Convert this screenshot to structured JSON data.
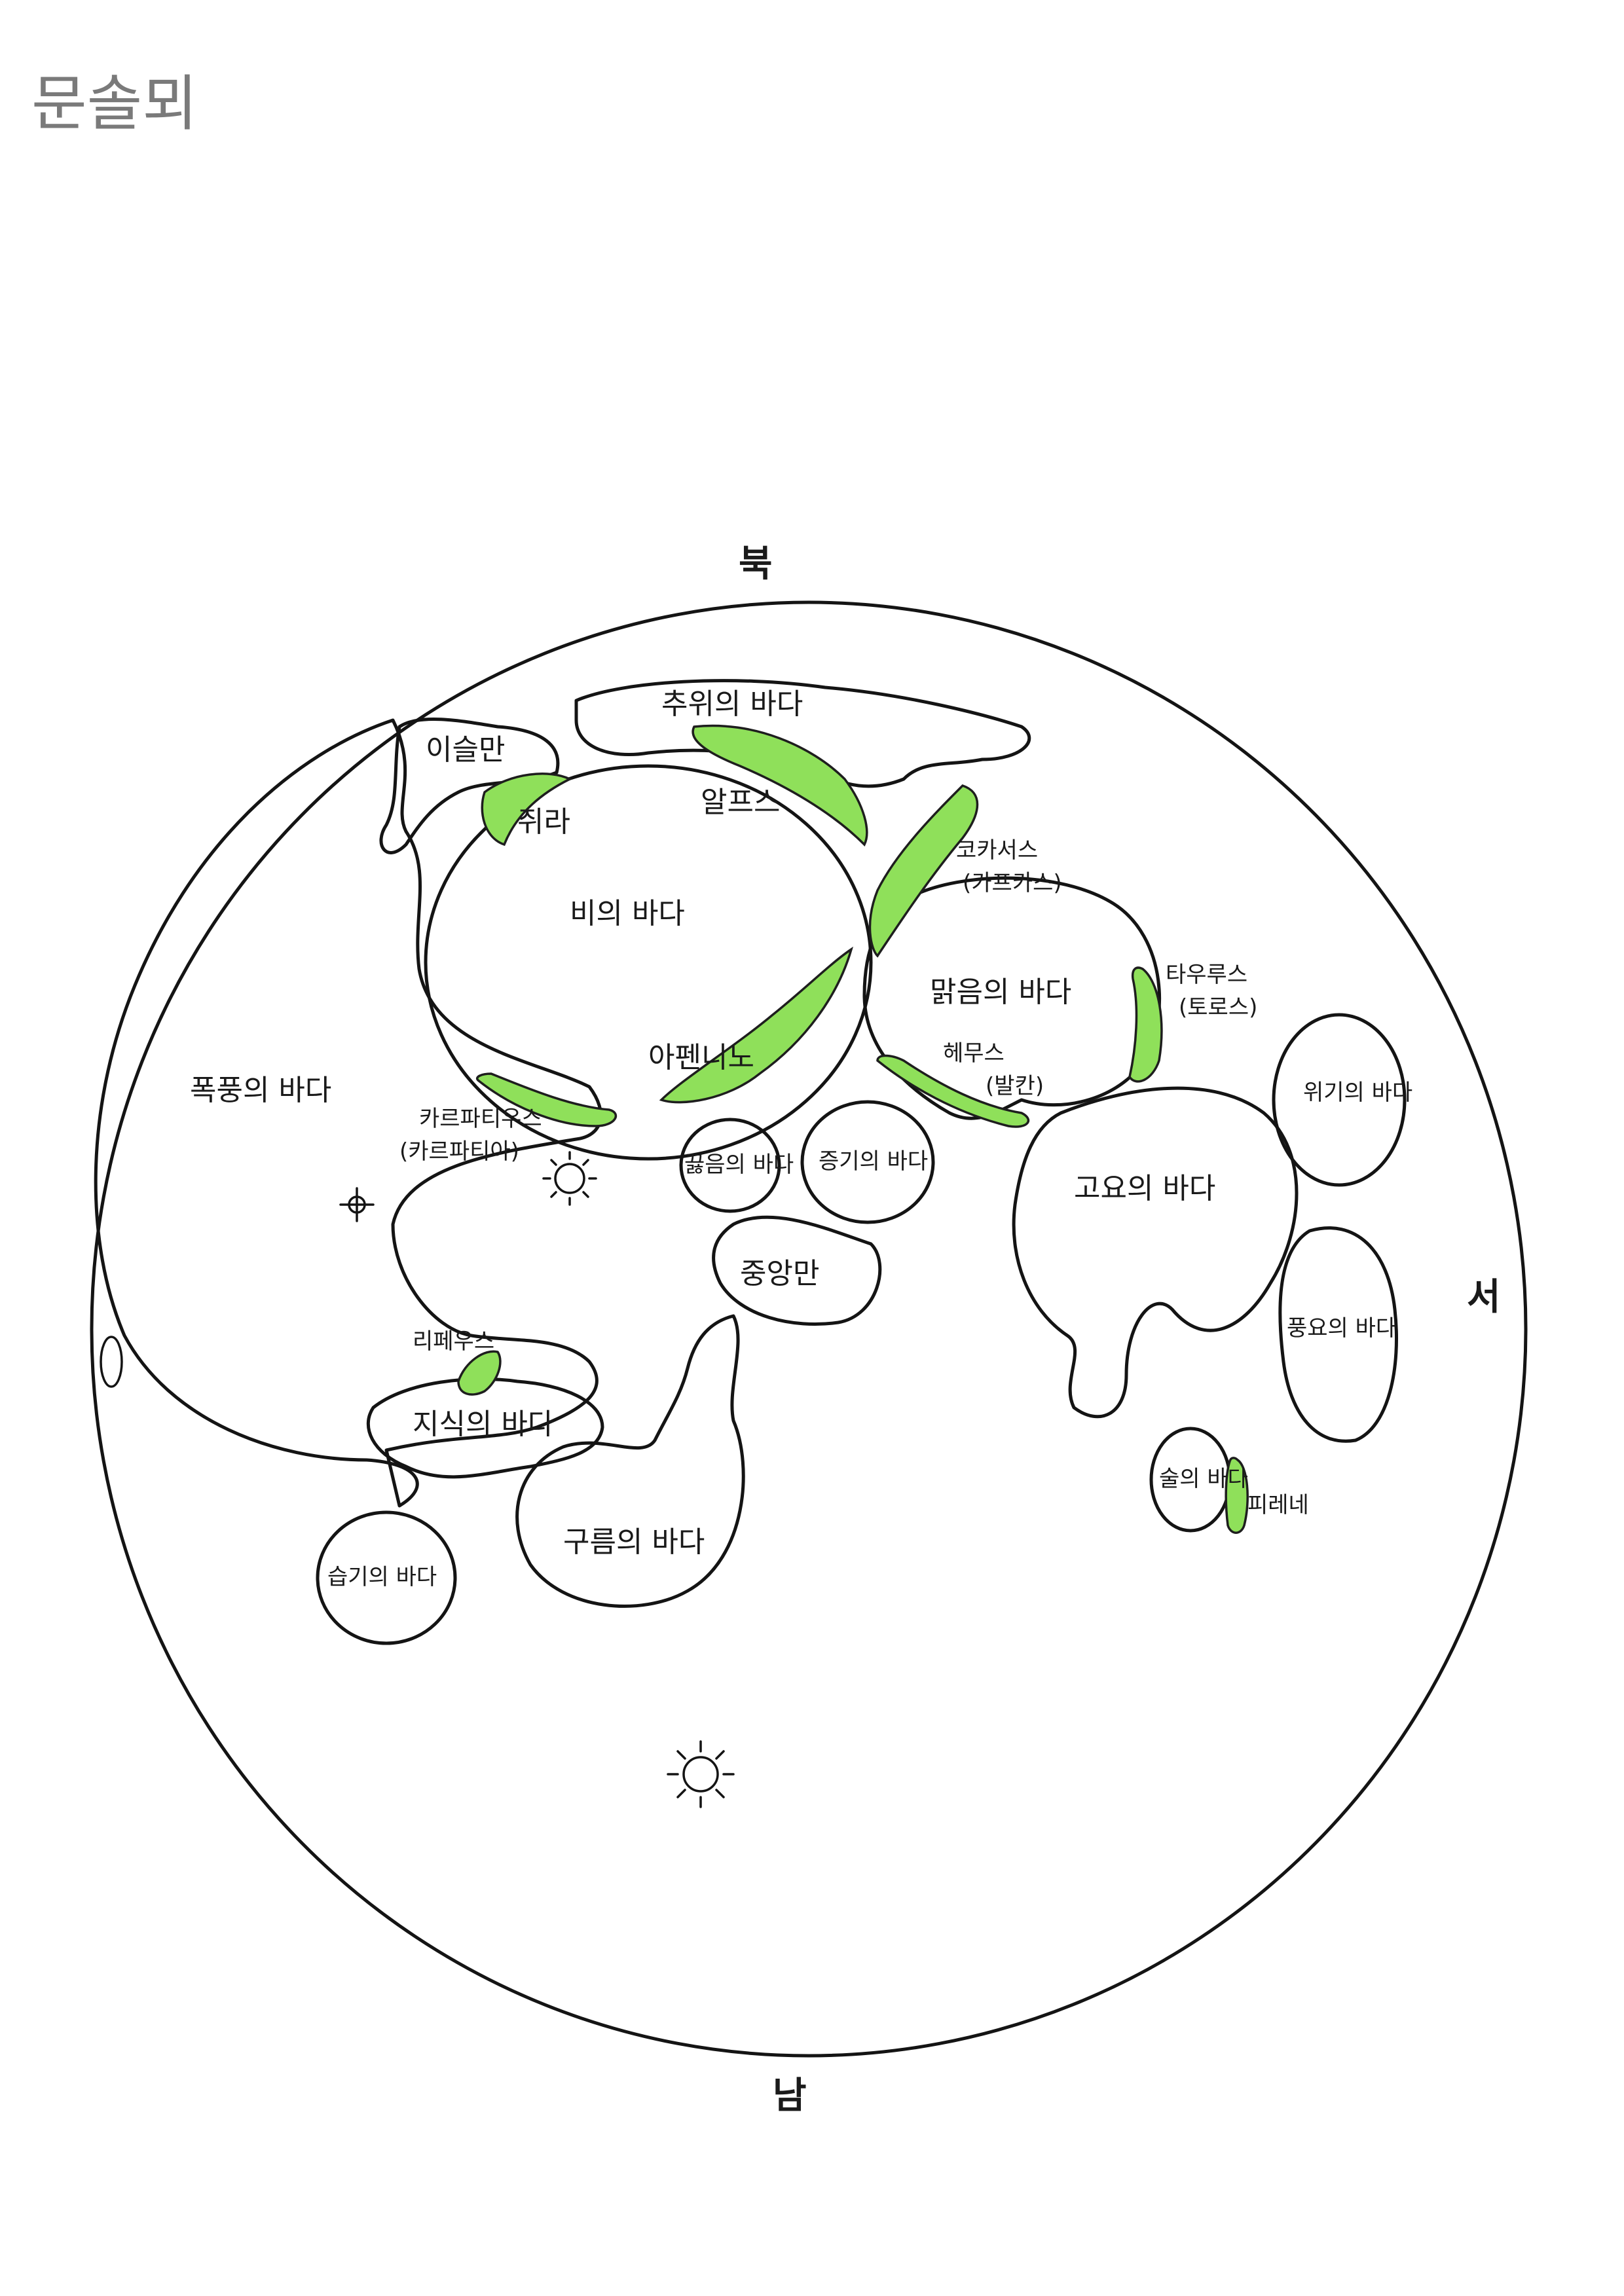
{
  "page": {
    "title": "문솔뫼"
  },
  "directions": {
    "north": "북",
    "south": "남",
    "west": "서"
  },
  "colors": {
    "highlight": "#8fe05a",
    "highlight_edge": "#c8f04a",
    "ink": "#141414",
    "paper": "#ffffff"
  },
  "maria": {
    "cold": "추위의 바다",
    "rainbows": "이슬만",
    "rains": "비의 바다",
    "storms": "폭풍의 바다",
    "serenity": "맑음의 바다",
    "tranquility": "고요의 바다",
    "crises": "위기의 바다",
    "fertility": "풍요의 바다",
    "nectar": "술의 바다",
    "vapors_a": "끓음의 바다",
    "vapors_b": "증기의 바다",
    "central_bay": "중앙만",
    "known": "지식의 바다",
    "clouds": "구름의 바다",
    "moisture": "습기의 바다"
  },
  "mountains": {
    "jura": "쥐라",
    "alps": "알프스",
    "caucasus": "코카서스",
    "caucasus_alt": "(카프카스)",
    "apennines": "아펜니노",
    "carpathians": "카르파티우스",
    "carpathians_alt": "(카르파티아)",
    "haemus": "헤무스",
    "haemus_alt": "(발칸)",
    "taurus": "타우루스",
    "taurus_alt": "(토로스)",
    "riphaeus": "리페우스",
    "pyrenees": "피레네"
  }
}
